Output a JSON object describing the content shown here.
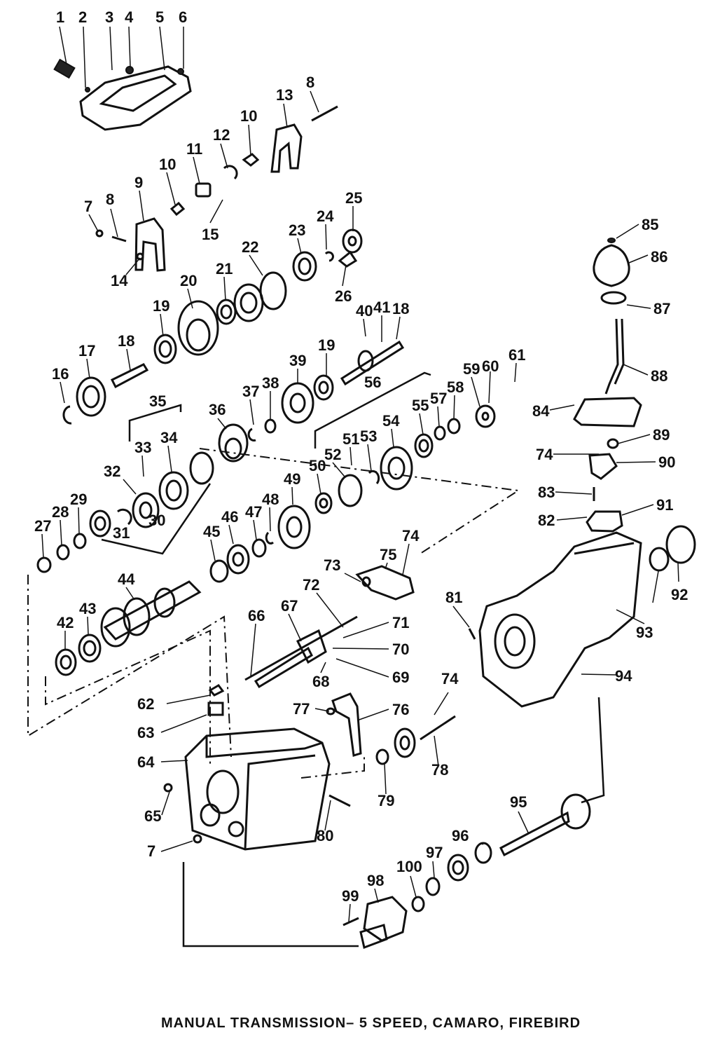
{
  "caption": "MANUAL TRANSMISSION– 5 SPEED, CAMARO, FIREBIRD",
  "callouts": [
    "1",
    "2",
    "3",
    "4",
    "5",
    "6",
    "8",
    "13",
    "10",
    "12",
    "11",
    "10",
    "9",
    "8",
    "7",
    "15",
    "14",
    "23",
    "24",
    "25",
    "22",
    "26",
    "21",
    "20",
    "19",
    "18",
    "41",
    "40",
    "18",
    "17",
    "16",
    "19",
    "39",
    "38",
    "37",
    "36",
    "35",
    "34",
    "33",
    "32",
    "31",
    "29",
    "28",
    "27",
    "30",
    "56",
    "55",
    "57",
    "58",
    "59",
    "60",
    "61",
    "54",
    "53",
    "51",
    "52",
    "50",
    "49",
    "48",
    "47",
    "46",
    "45",
    "44",
    "43",
    "42",
    "74",
    "75",
    "73",
    "72",
    "67",
    "66",
    "71",
    "70",
    "69",
    "68",
    "62",
    "63",
    "64",
    "65",
    "7",
    "77",
    "76",
    "74",
    "78",
    "79",
    "80",
    "85",
    "86",
    "87",
    "88",
    "84",
    "89",
    "74",
    "90",
    "83",
    "91",
    "82",
    "92",
    "93",
    "81",
    "94",
    "95",
    "96",
    "97",
    "100",
    "98",
    "99"
  ]
}
